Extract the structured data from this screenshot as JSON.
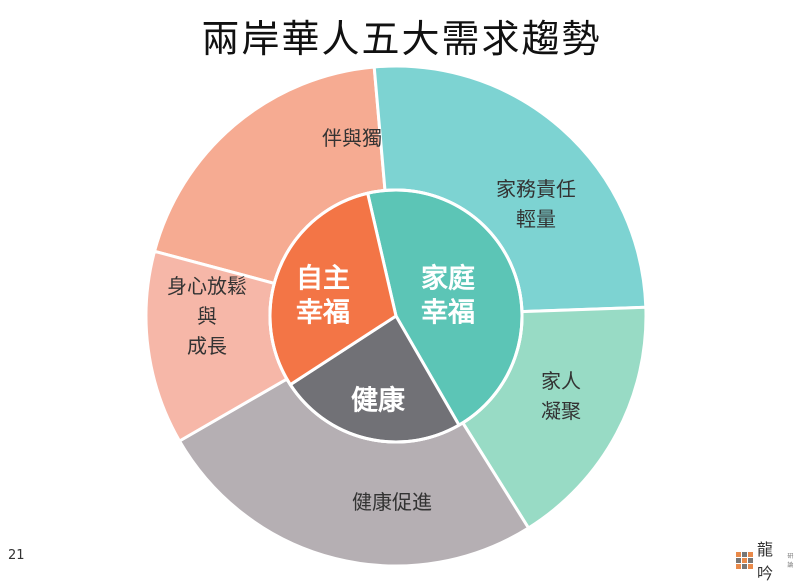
{
  "slide": {
    "title": "兩岸華人五大需求趨勢",
    "page_number": "21"
  },
  "diagram": {
    "outer": [
      {
        "id": "companionship",
        "lines": [
          "伴與獨"
        ],
        "color": "#F6AB92",
        "start": -75,
        "end": -5
      },
      {
        "id": "housework",
        "lines": [
          "家務責任",
          "輕量"
        ],
        "color": "#7DD3D2",
        "start": -5,
        "end": 88
      },
      {
        "id": "family-cohesion",
        "lines": [
          "家人",
          "凝聚"
        ],
        "color": "#98DBC5",
        "start": 88,
        "end": 148
      },
      {
        "id": "health-promotion",
        "lines": [
          "健康促進"
        ],
        "color": "#B5AFB3",
        "start": 148,
        "end": 240
      },
      {
        "id": "body-mind-relax",
        "lines": [
          "身心放鬆",
          "與",
          "成長"
        ],
        "color": "#F6B7A8",
        "start": 240,
        "end": 285
      }
    ],
    "inner": [
      {
        "id": "family-happiness",
        "lines": [
          "家庭",
          "幸福"
        ],
        "color": "#5CC5B6",
        "start": -13,
        "end": 150
      },
      {
        "id": "health",
        "lines": [
          "健康"
        ],
        "color": "#717176",
        "start": 150,
        "end": 237
      },
      {
        "id": "autonomy-happiness",
        "lines": [
          "自主",
          "幸福"
        ],
        "color": "#F37546",
        "start": 237,
        "end": 347
      }
    ]
  },
  "logo": {
    "text": "龍吟",
    "sub": "研論",
    "colors": [
      "#E98A4A",
      "#777777",
      "#E98A4A",
      "#777777",
      "#E98A4A",
      "#777777",
      "#E98A4A",
      "#777777",
      "#E98A4A"
    ]
  }
}
